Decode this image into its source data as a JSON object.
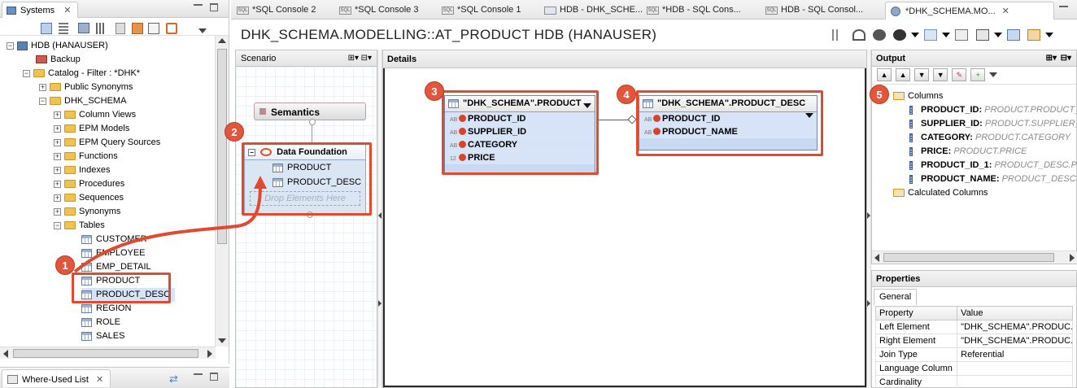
{
  "left_panel": {
    "tab_label": "Systems",
    "tree": {
      "root": "HDB (HANAUSER)",
      "backup": "Backup",
      "catalog": "Catalog - Filter : *DHK*",
      "public_synonyms": "Public Synonyms",
      "schema": "DHK_SCHEMA",
      "schema_children": [
        "Column Views",
        "EPM Models",
        "EPM Query Sources",
        "Functions",
        "Indexes",
        "Procedures",
        "Sequences",
        "Synonyms",
        "Tables"
      ],
      "tables": [
        "CUSTOMER",
        "EMPLOYEE",
        "EMP_DETAIL",
        "PRODUCT",
        "PRODUCT_DESC",
        "REGION",
        "ROLE",
        "SALES"
      ]
    }
  },
  "bottom_panel": {
    "tab_label": "Where-Used List"
  },
  "editor_tabs": [
    {
      "label": "*SQL Console 2",
      "active": false
    },
    {
      "label": "*SQL Console 3",
      "active": false
    },
    {
      "label": "*SQL Console 1",
      "active": false
    },
    {
      "label": "HDB - DHK_SCHE...",
      "active": false
    },
    {
      "label": "*HDB - SQL Cons...",
      "active": false
    },
    {
      "label": "HDB - SQL Consol...",
      "active": false
    },
    {
      "label": "*DHK_SCHEMA.MO...",
      "active": true
    }
  ],
  "editor": {
    "title": "DHK_SCHEMA.MODELLING::AT_PRODUCT HDB (HANAUSER)"
  },
  "scenario": {
    "header": "Scenario",
    "semantics": "Semantics",
    "data_foundation": "Data Foundation",
    "items": [
      "PRODUCT",
      "PRODUCT_DESC"
    ],
    "drop_hint": "Drop Elements Here"
  },
  "details": {
    "header": "Details",
    "tables": [
      {
        "name": "\"DHK_SCHEMA\".PRODUCT",
        "columns": [
          {
            "type": "AB",
            "name": "PRODUCT_ID"
          },
          {
            "type": "AB",
            "name": "SUPPLIER_ID"
          },
          {
            "type": "AB",
            "name": "CATEGORY"
          },
          {
            "type": "12",
            "name": "PRICE"
          }
        ]
      },
      {
        "name": "\"DHK_SCHEMA\".PRODUCT_DESC",
        "columns": [
          {
            "type": "AB",
            "name": "PRODUCT_ID"
          },
          {
            "type": "AB",
            "name": "PRODUCT_NAME"
          }
        ]
      }
    ]
  },
  "output": {
    "header": "Output",
    "columns_label": "Columns",
    "columns": [
      {
        "name": "PRODUCT_ID:",
        "source": "PRODUCT.PRODUCT_..."
      },
      {
        "name": "SUPPLIER_ID:",
        "source": "PRODUCT.SUPPLIER_..."
      },
      {
        "name": "CATEGORY:",
        "source": "PRODUCT.CATEGORY"
      },
      {
        "name": "PRICE:",
        "source": "PRODUCT.PRICE"
      },
      {
        "name": "PRODUCT_ID_1:",
        "source": "PRODUCT_DESC.PR..."
      },
      {
        "name": "PRODUCT_NAME:",
        "source": "PRODUCT_DESC.PR..."
      }
    ],
    "calculated_label": "Calculated Columns"
  },
  "properties": {
    "header": "Properties",
    "tab": "General",
    "col_property": "Property",
    "col_value": "Value",
    "rows": [
      {
        "property": "Left Element",
        "value": "\"DHK_SCHEMA\".PRODUC..."
      },
      {
        "property": "Right Element",
        "value": "\"DHK_SCHEMA\".PRODUC..."
      },
      {
        "property": "Join Type",
        "value": "Referential"
      },
      {
        "property": "Language Column",
        "value": ""
      },
      {
        "property": "Cardinality",
        "value": ""
      }
    ]
  },
  "callouts": [
    "1",
    "2",
    "3",
    "4",
    "5"
  ],
  "colors": {
    "callout": "#e2573b",
    "highlight": "#e04a2f",
    "node_fill": "#c8d9f2"
  }
}
